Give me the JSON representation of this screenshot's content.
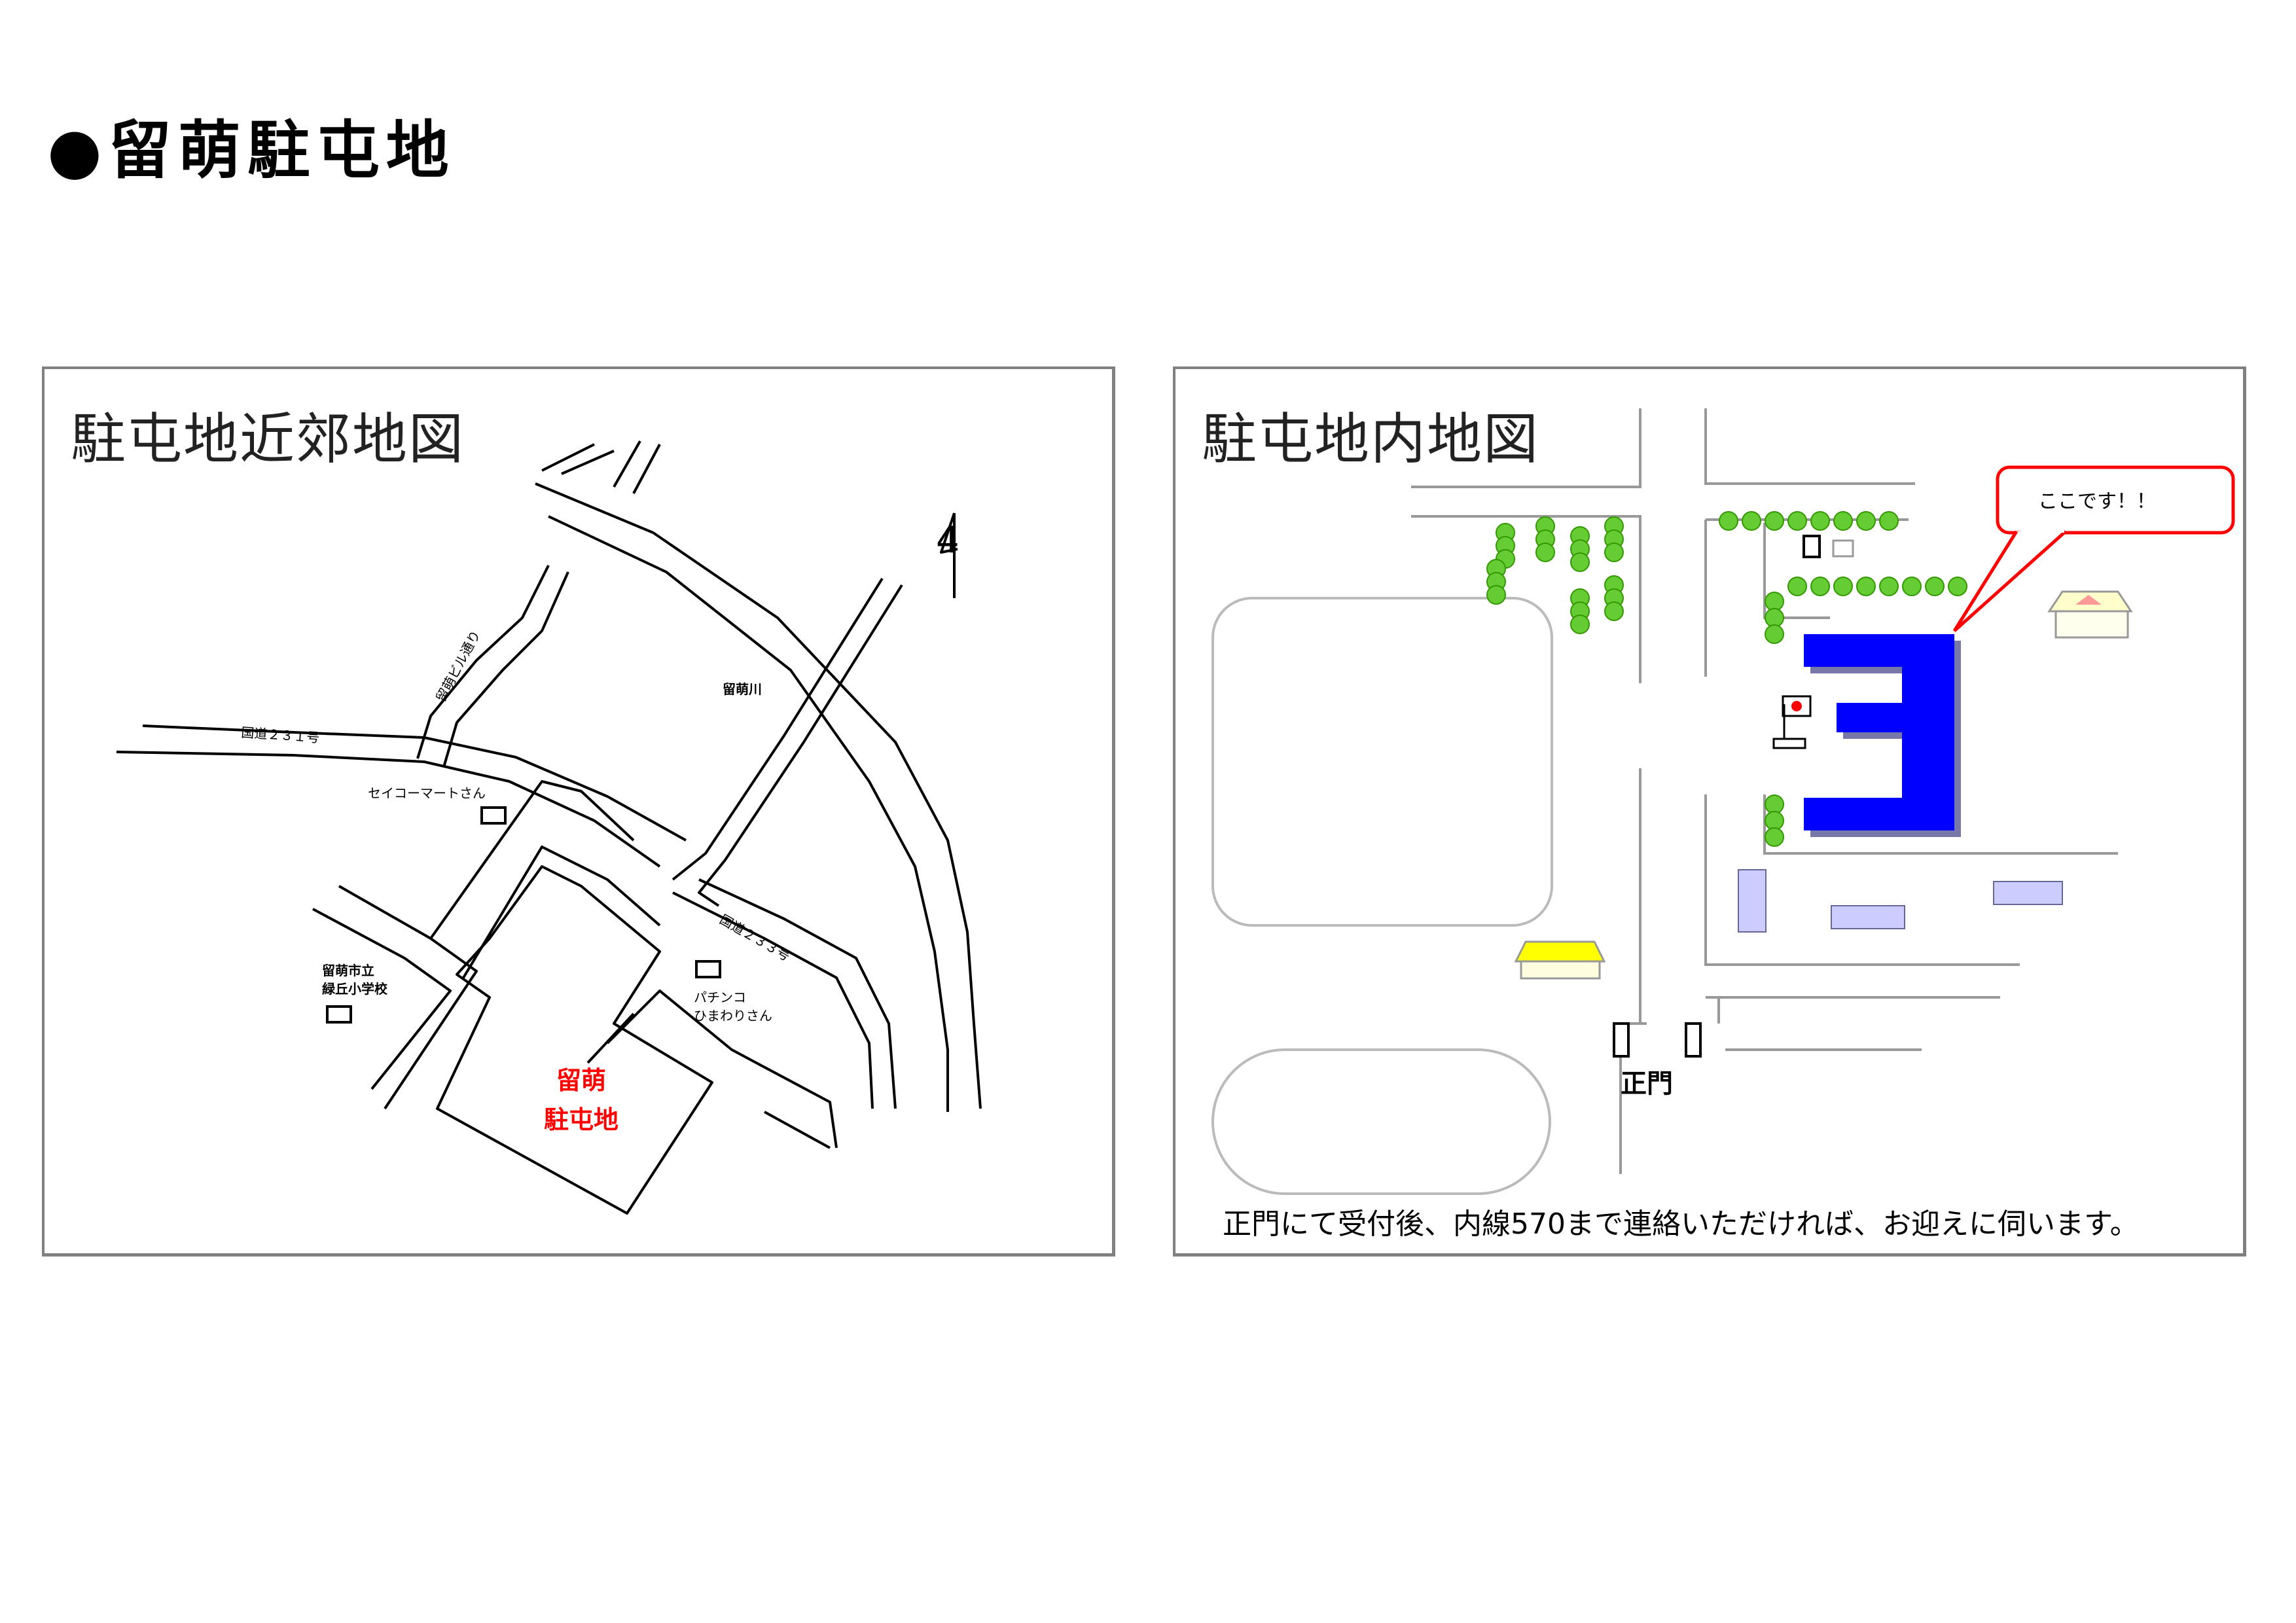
{
  "page": {
    "title": "●留萌駐屯地"
  },
  "area_map": {
    "title": "駐屯地近郊地図",
    "labels": {
      "route231": "国道２３１号",
      "route233": "国道２３３号",
      "shimizu_street": "留萌ビル通り",
      "river": "留萌川",
      "seicomart": "セイコーマートさん",
      "school": [
        "留萌市立",
        "緑丘小学校"
      ],
      "pachinko": [
        "パチンコ",
        "ひまわりさん"
      ],
      "camp": [
        "留萌",
        "駐屯地"
      ],
      "north": "4"
    },
    "colors": {
      "camp_label": "#ff0000",
      "roads": "#000000"
    }
  },
  "premises_map": {
    "title": "駐屯地内地図",
    "callout": "ここです！！",
    "main_gate": "正門",
    "note": "正門にて受付後、内線570まで連絡いただければ、お迎えに伺います。",
    "colors": {
      "target_building": "#0000ff",
      "other_buildings": "#ccccff",
      "trees": "#66cc33",
      "yellow_building": "#ffff00",
      "callout_border": "#ff0000",
      "flag_sun": "#ff0000"
    }
  }
}
